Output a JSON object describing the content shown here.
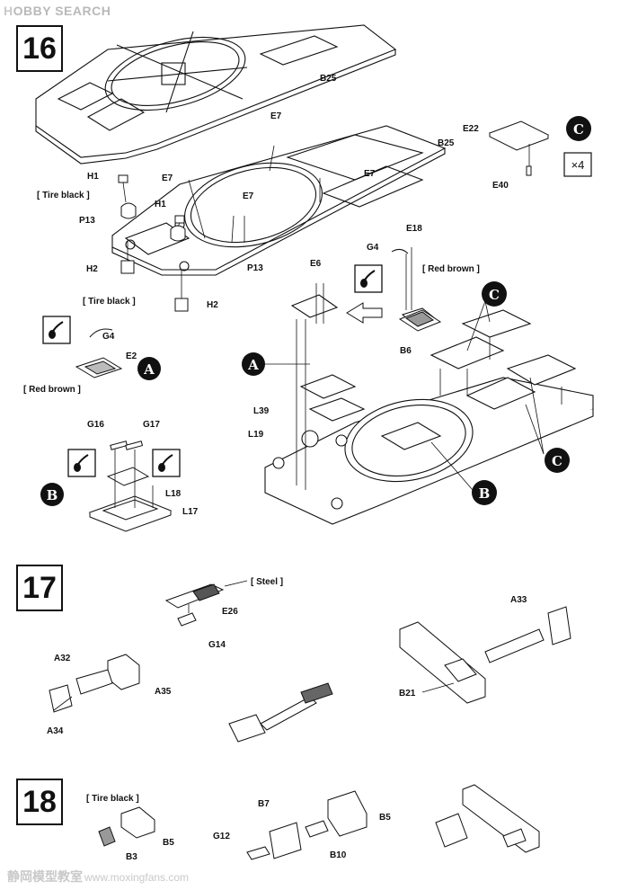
{
  "header": {
    "logo_mark": "H",
    "logo_text": "OBBY SEARCH"
  },
  "watermark": {
    "text": "静岡模型教室",
    "url": "www.moxingfans.com"
  },
  "steps": [
    {
      "number": "16"
    },
    {
      "number": "17"
    },
    {
      "number": "18"
    }
  ],
  "sub_assembly_markers": {
    "A": "A",
    "B": "B",
    "C": "C"
  },
  "multiplier": "×4",
  "paint_notes": {
    "tire_black": "[ Tire black ]",
    "red_brown": "[ Red brown ]",
    "steel": "[ Steel ]"
  },
  "part_labels": {
    "B25": "B25",
    "E7": "E7",
    "E22": "E22",
    "E40": "E40",
    "H1": "H1",
    "P13": "P13",
    "H2": "H2",
    "E18": "E18",
    "G4": "G4",
    "E6": "E6",
    "B6": "B6",
    "E2": "E2",
    "G16": "G16",
    "G17": "G17",
    "L18": "L18",
    "L17": "L17",
    "L39": "L39",
    "L19": "L19",
    "E26": "E26",
    "G14": "G14",
    "A33": "A33",
    "A32": "A32",
    "A35": "A35",
    "A34": "A34",
    "B21": "B21",
    "B7": "B7",
    "B5": "B5",
    "G12": "G12",
    "B10": "B10",
    "B3": "B3"
  }
}
